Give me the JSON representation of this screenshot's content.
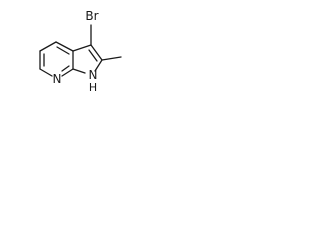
{
  "atoms": {
    "bromine": "Br",
    "pyrrole_nitrogen": "N",
    "pyrrole_hydrogen": "H",
    "pyridine_nitrogen": "N"
  },
  "colors": {
    "bond": "#1a1a1a",
    "label": "#1a1a1a",
    "background": "#ffffff"
  }
}
